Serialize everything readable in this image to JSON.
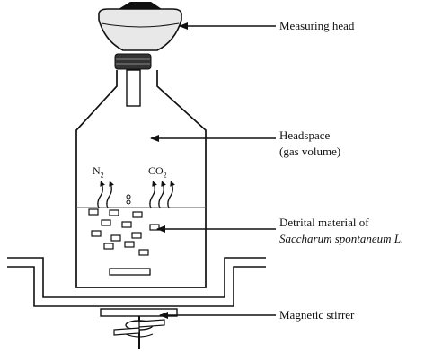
{
  "labels": {
    "measuring_head": "Measuring head",
    "headspace_line1": "Headspace",
    "headspace_line2": "(gas volume)",
    "detrital_line1": "Detrital material of",
    "detrital_line2": "Saccharum spontaneum L.",
    "magnetic_stirrer": "Magnetic stirrer"
  },
  "gases": {
    "n2_base": "N",
    "n2_sub": "2",
    "co2_base": "CO",
    "co2_sub": "2"
  }
}
